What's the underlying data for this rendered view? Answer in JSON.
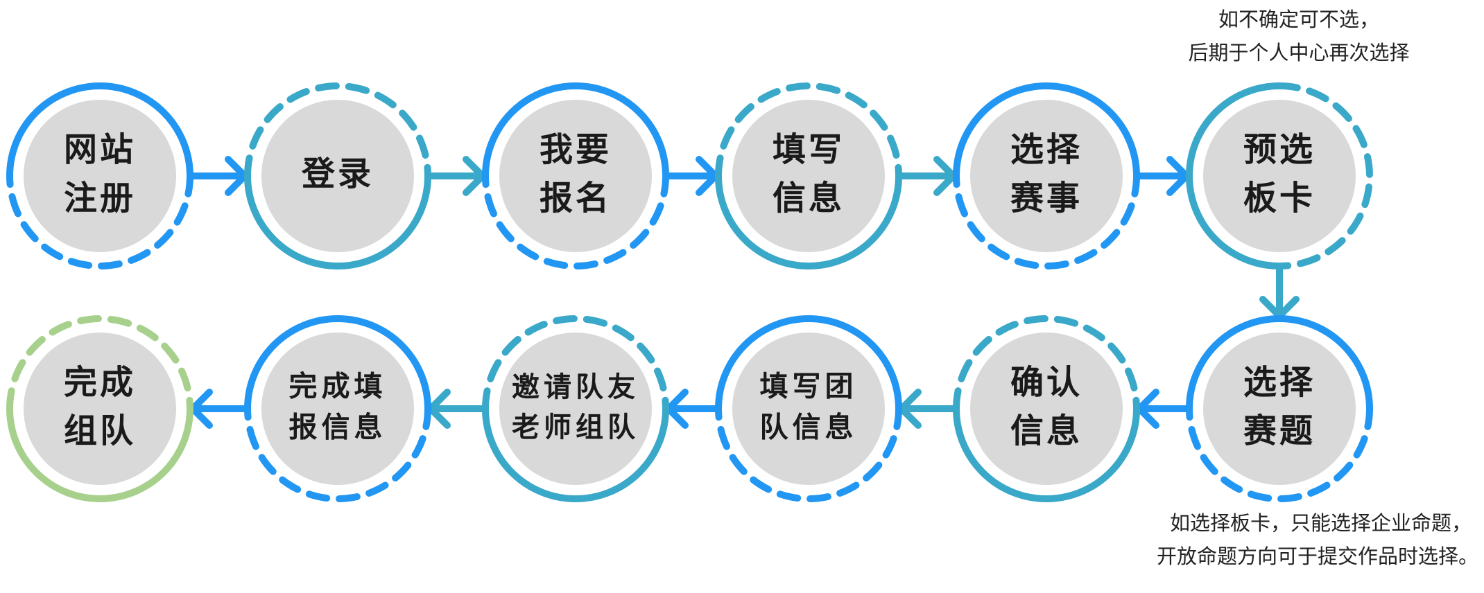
{
  "colors": {
    "blue": "#2196F3",
    "teal": "#3AA8C8",
    "green": "#A8D08D",
    "fill": "#D9D9D9"
  },
  "steps": [
    {
      "lines": [
        "网站",
        "注册"
      ],
      "color": "blue"
    },
    {
      "lines": [
        "登录"
      ],
      "color": "teal"
    },
    {
      "lines": [
        "我要",
        "报名"
      ],
      "color": "blue"
    },
    {
      "lines": [
        "填写",
        "信息"
      ],
      "color": "teal"
    },
    {
      "lines": [
        "选择",
        "赛事"
      ],
      "color": "blue"
    },
    {
      "lines": [
        "预选",
        "板卡"
      ],
      "color": "teal"
    },
    {
      "lines": [
        "选择",
        "赛题"
      ],
      "color": "blue"
    },
    {
      "lines": [
        "确认",
        "信息"
      ],
      "color": "teal"
    },
    {
      "lines": [
        "填写团",
        "队信息"
      ],
      "color": "blue"
    },
    {
      "lines": [
        "邀请队友",
        "老师组队"
      ],
      "color": "teal"
    },
    {
      "lines": [
        "完成填",
        "报信息"
      ],
      "color": "blue"
    },
    {
      "lines": [
        "完成",
        "组队"
      ],
      "color": "green"
    }
  ],
  "notes": {
    "top": [
      "如不确定可不选，",
      "后期于个人中心再次选择"
    ],
    "bottom": [
      "如选择板卡，只能选择企业命题，",
      "开放命题方向可于提交作品时选择。"
    ]
  }
}
